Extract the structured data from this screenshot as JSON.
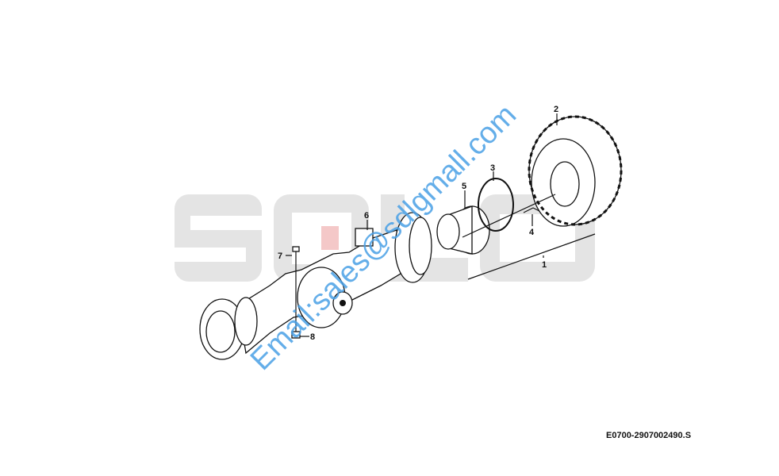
{
  "diagram": {
    "labels": [
      "1",
      "2",
      "3",
      "4",
      "5",
      "6",
      "7",
      "8"
    ],
    "drawing_code": "E0700-2907002490.S",
    "watermark": "Email:sales@sdlgmall.com",
    "logo": "SDLG",
    "colors": {
      "watermark": "#4aa0e6",
      "logo": "#e4e4e4",
      "logo_accent": "#f4c8c8"
    }
  }
}
